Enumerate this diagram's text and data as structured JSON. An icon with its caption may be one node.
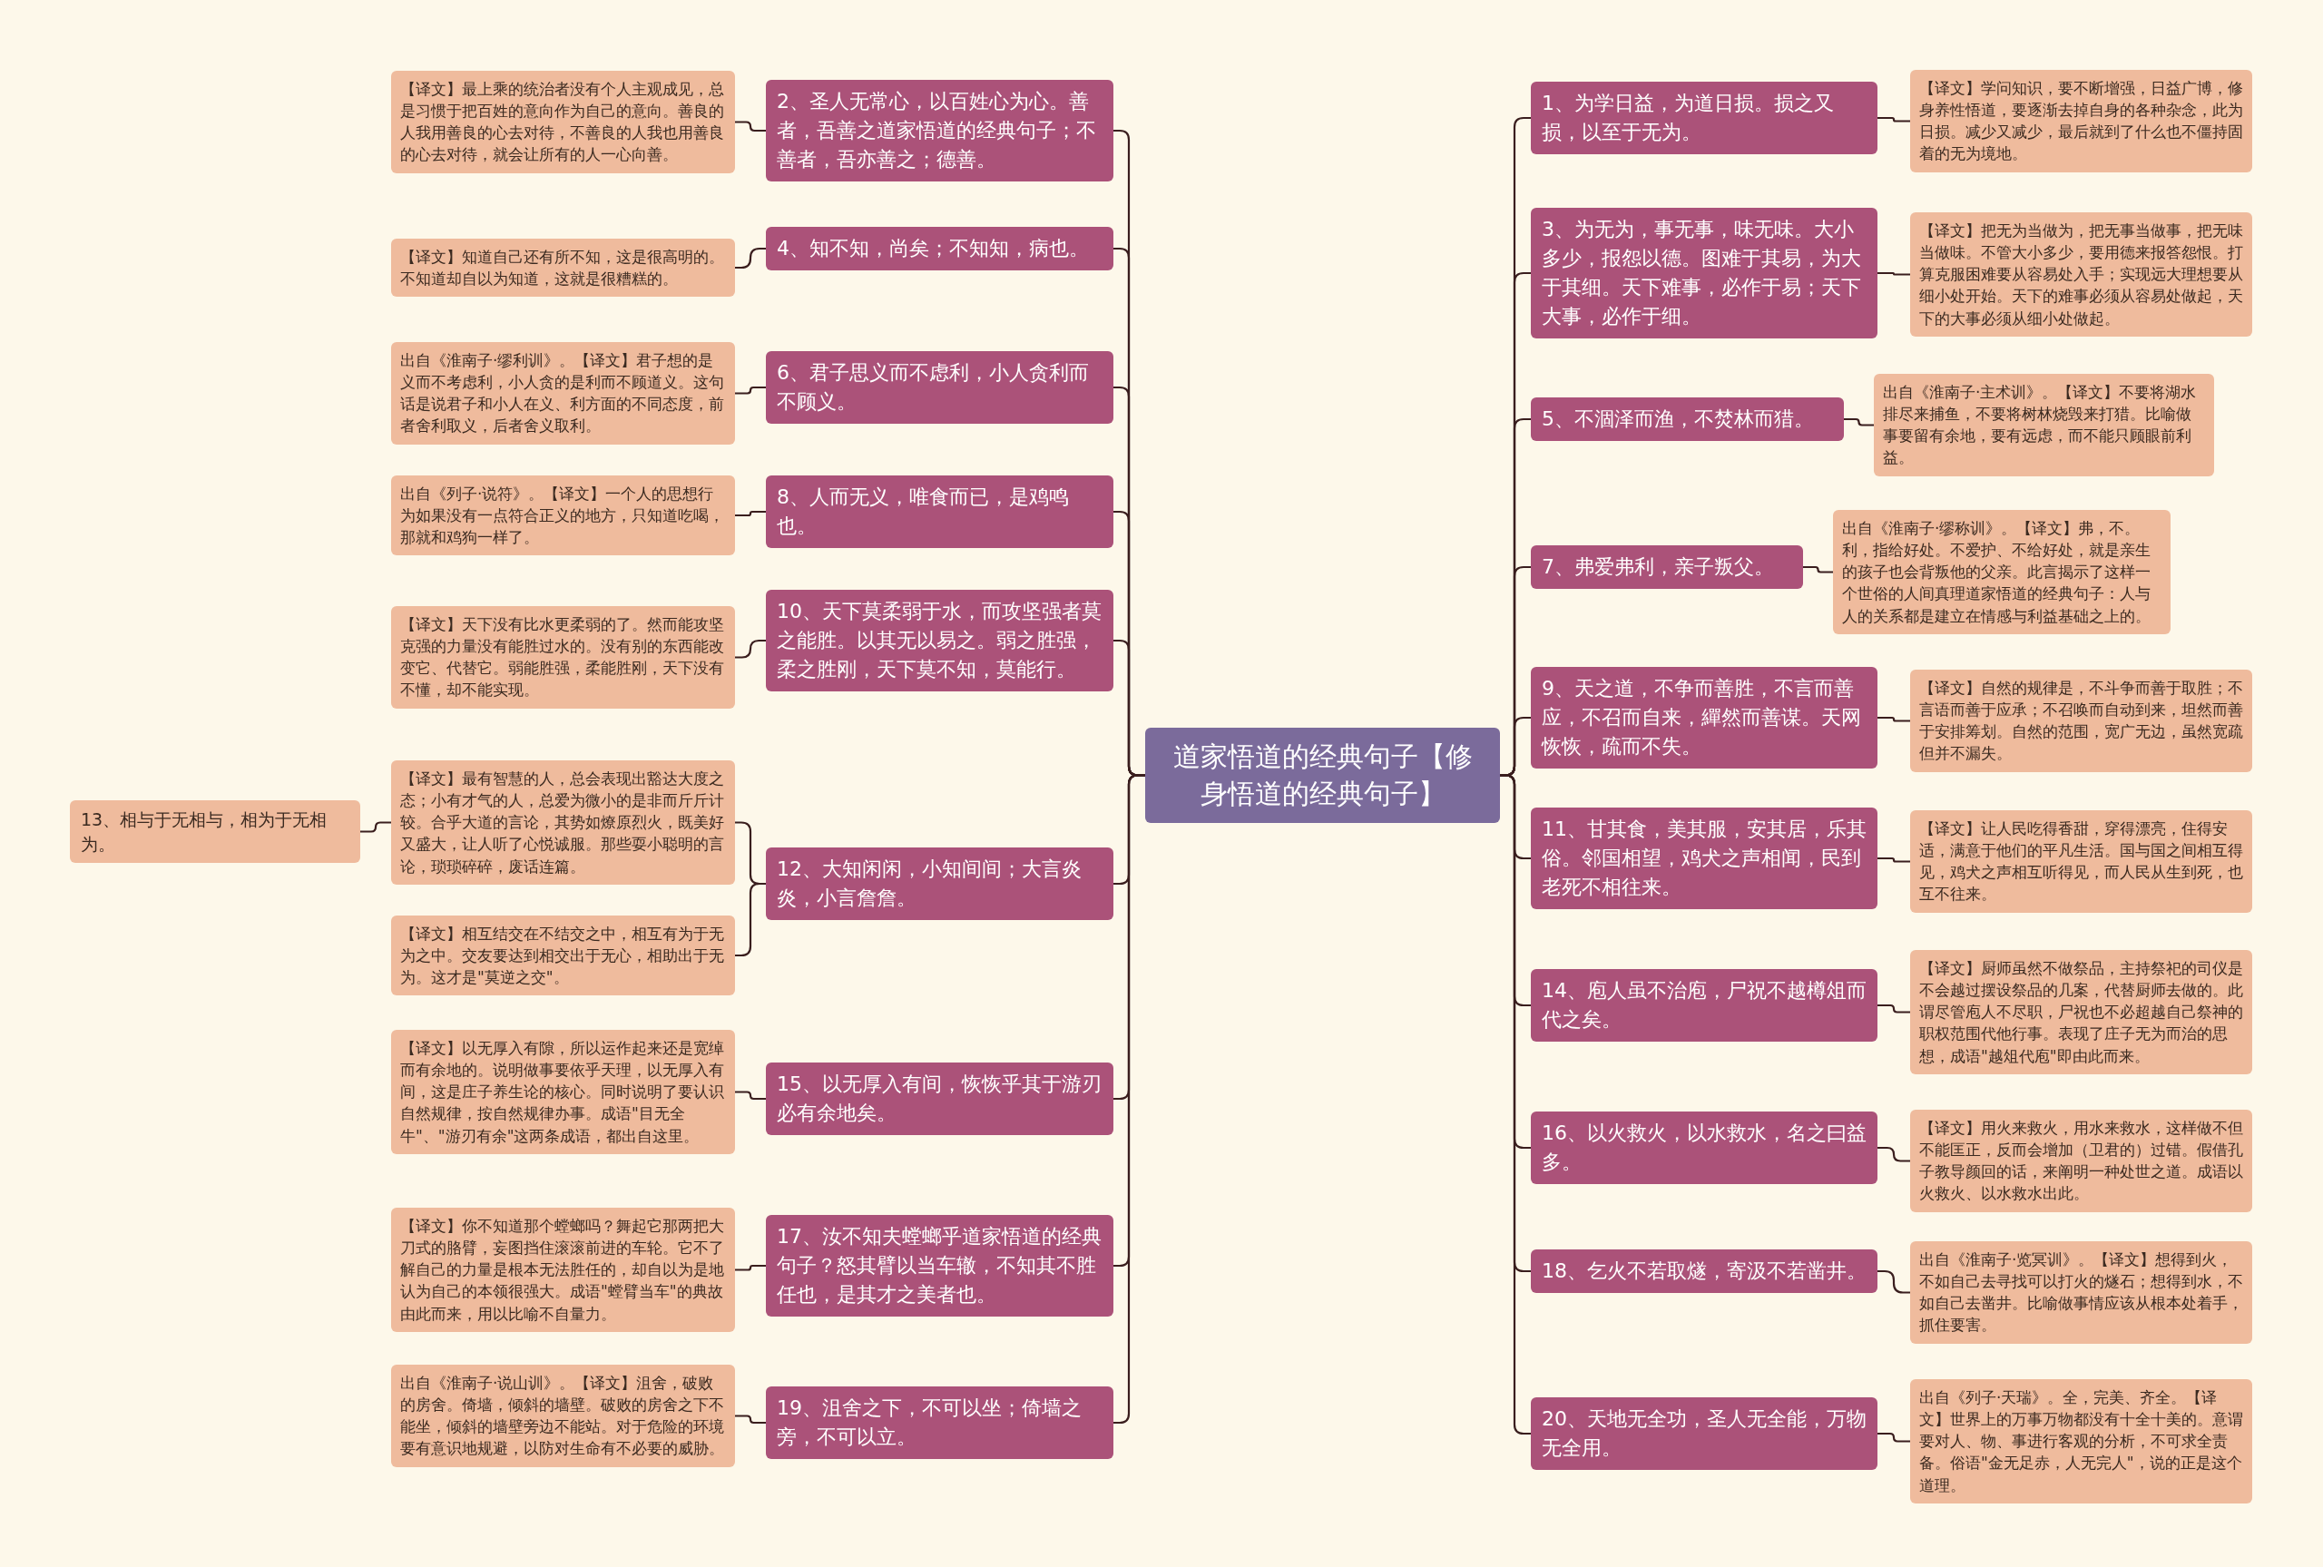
{
  "diagram": {
    "nodes": [
      {
        "text": [
          "道家悟道的经典句子【修身悟道的经典句子】"
        ]
      },
      {
        "text": [
          "1、为学日益，为道日损。损之又损，以至于无为。"
        ]
      },
      {
        "text": [
          "【译文】学问知识，要不断增强，日益广博，修身养性悟道，要逐渐去掉自身的各种杂念，此为日损。减少又减少，最后就到了什么也不僵持固着的无为境地。"
        ]
      },
      {
        "text": [
          "2、圣人无常心，以百姓心为心。善者，吾善之道家悟道的经典句子；不善者，吾亦善之；德善。"
        ]
      },
      {
        "text": [
          "【译文】最上乘的统治者没有个人主观成见，总是习惯于把百姓的意向作为自己的意向。善良的人我用善良的心去对待，不善良的人我也用善良的心去对待，就会让所有的人一心向善。"
        ]
      },
      {
        "text": [
          "3、为无为，事无事，味无味。大小多少，报怨以德。图难于其易，为大于其细。天下难事，必作于易；天下大事，必作于细。"
        ]
      },
      {
        "text": [
          "【译文】把无为当做为，把无事当做事，把无味当做味。不管大小多少，要用德来报答怨恨。打算克服困难要从容易处入手；实现远大理想要从细小处开始。天下的难事必须从容易处做起，天下的大事必须从细小处做起。"
        ]
      },
      {
        "text": [
          "4、知不知，尚矣；不知知，病也。"
        ]
      },
      {
        "text": [
          "【译文】知道自己还有所不知，这是很高明的。不知道却自以为知道，这就是很糟糕的。"
        ]
      },
      {
        "text": [
          "5、不涸泽而渔，不焚林而猎。"
        ]
      },
      {
        "text": [
          "出自《淮南子·主术训》。【译文】不要将湖水排尽来捕鱼，不要将树林烧毁来打猎。比喻做事要留有余地，要有远虑，而不能只顾眼前利益。"
        ]
      },
      {
        "text": [
          "6、君子思义而不虑利，小人贪利而不顾义。"
        ]
      },
      {
        "text": [
          "出自《淮南子·缪利训》。【译文】君子想的是义而不考虑利，小人贪的是利而不顾道义。这句话是说君子和小人在义、利方面的不同态度，前者舍利取义，后者舍义取利。"
        ]
      },
      {
        "text": [
          "7、弗爱弗利，亲子叛父。"
        ]
      },
      {
        "text": [
          "出自《淮南子·缪称训》。【译文】弗，不。利，指给好处。不爱护、不给好处，就是亲生的孩子也会背叛他的父亲。此言揭示了这样一个世俗的人间真理道家悟道的经典句子：人与人的关系都是建立在情感与利益基础之上的。"
        ]
      },
      {
        "text": [
          "8、人而无义，唯食而已，是鸡鸣也。"
        ]
      },
      {
        "text": [
          "出自《列子·说符》。【译文】一个人的思想行为如果没有一点符合正义的地方，只知道吃喝，那就和鸡狗一样了。"
        ]
      },
      {
        "text": [
          "9、天之道，不争而善胜，不言而善应，不召而自来，繟然而善谋。天网恢恢，疏而不失。"
        ]
      },
      {
        "text": [
          "【译文】自然的规律是，不斗争而善于取胜；不言语而善于应承；不召唤而自动到来，坦然而善于安排筹划。自然的范围，宽广无边，虽然宽疏但并不漏失。"
        ]
      },
      {
        "text": [
          "10、天下莫柔弱于水，而攻坚强者莫之能胜。以其无以易之。弱之胜强，柔之胜刚，天下莫不知，莫能行。"
        ]
      },
      {
        "text": [
          "【译文】天下没有比水更柔弱的了。然而能攻坚克强的力量没有能胜过水的。没有别的东西能改变它、代替它。弱能胜强，柔能胜刚，天下没有不懂，却不能实现。"
        ]
      },
      {
        "text": [
          "11、甘其食，美其服，安其居，乐其俗。邻国相望，鸡犬之声相闻，民到老死不相往来。"
        ]
      },
      {
        "text": [
          "【译文】让人民吃得香甜，穿得漂亮，住得安适，满意于他们的平凡生活。国与国之间相互得见，鸡犬之声相互听得见，而人民从生到死，也互不往来。"
        ]
      },
      {
        "text": [
          "12、大知闲闲，小知间间；大言炎炎，小言詹詹。"
        ]
      },
      {
        "text": [
          "【译文】最有智慧的人，总会表现出豁达大度之态；小有才气的人，总爱为微小的是非而斤斤计较。合乎大道的言论，其势如燎原烈火，既美好又盛大，让人听了心悦诚服。那些耍小聪明的言论，琐琐碎碎，废话连篇。"
        ]
      },
      {
        "text": [
          "【译文】相互结交在不结交之中，相互有为于无为之中。交友要达到相交出于无心，相助出于无为。这才是\"莫逆之交\"。"
        ]
      },
      {
        "text": [
          "13、相与于无相与，相为于无相为。"
        ]
      },
      {
        "text": [
          "14、庖人虽不治庖，尸祝不越樽俎而代之矣。"
        ]
      },
      {
        "text": [
          "【译文】厨师虽然不做祭品，主持祭祀的司仪是不会越过摆设祭品的几案，代替厨师去做的。此谓尽管庖人不尽职，尸祝也不必超越自己祭神的职权范围代他行事。表现了庄子无为而治的思想，成语\"越俎代庖\"即由此而来。"
        ]
      },
      {
        "text": [
          "15、以无厚入有间，恢恢乎其于游刃必有余地矣。"
        ]
      },
      {
        "text": [
          "【译文】以无厚入有隙，所以运作起来还是宽绰而有余地的。说明做事要依乎天理，以无厚入有间，这是庄子养生论的核心。同时说明了要认识自然规律，按自然规律办事。成语\"目无全牛\"、\"游刃有余\"这两条成语，都出自这里。"
        ]
      },
      {
        "text": [
          "16、以火救火，以水救水，名之曰益多。"
        ]
      },
      {
        "text": [
          "【译文】用火来救火，用水来救水，这样做不但不能匡正，反而会增加（卫君的）过错。假借孔子教导颜回的话，来阐明一种处世之道。成语以火救火、以水救水出此。"
        ]
      },
      {
        "text": [
          "17、汝不知夫螳螂乎道家悟道的经典句子？怒其臂以当车辙，不知其不胜任也，是其才之美者也。"
        ]
      },
      {
        "text": [
          "【译文】你不知道那个螳螂吗？舞起它那两把大刀式的胳臂，妄图挡住滚滚前进的车轮。它不了解自己的力量是根本无法胜任的，却自以为是地认为自己的本领很强大。成语\"螳臂当车\"的典故由此而来，用以比喻不自量力。"
        ]
      },
      {
        "text": [
          "18、乞火不若取燧，寄汲不若凿井。"
        ]
      },
      {
        "text": [
          "出自《淮南子·览冥训》。【译文】想得到火，不如自己去寻找可以打火的燧石；想得到水，不如自己去凿井。比喻做事情应该从根本处着手，抓住要害。"
        ]
      },
      {
        "text": [
          "19、沮舍之下，不可以坐；倚墙之旁，不可以立。"
        ]
      },
      {
        "text": [
          "出自《淮南子·说山训》。【译文】沮舍，破败的房舍。倚墙，倾斜的墙壁。破败的房舍之下不能坐，倾斜的墙壁旁边不能站。对于危险的环境要有意识地规避，以防对生命有不必要的威胁。"
        ]
      },
      {
        "text": [
          "20、天地无全功，圣人无全能，万物无全用。"
        ]
      },
      {
        "text": [
          "出自《列子·天瑞》。全，完美、齐全。【译文】世界上的万事万物都没有十全十美的。意谓要对人、物、事进行客观的分析，不可求全责备。俗语\"金无足赤，人无完人\"，说的正是这个道理。"
        ]
      }
    ],
    "edges": [
      {
        "from": 0,
        "to": 1,
        "arrow": "none"
      },
      {
        "from": 1,
        "to": 2,
        "arrow": "none"
      },
      {
        "from": 0,
        "to": 3,
        "arrow": "none"
      },
      {
        "from": 3,
        "to": 4,
        "arrow": "none"
      },
      {
        "from": 0,
        "to": 5,
        "arrow": "none"
      },
      {
        "from": 5,
        "to": 6,
        "arrow": "none"
      },
      {
        "from": 0,
        "to": 7,
        "arrow": "none"
      },
      {
        "from": 7,
        "to": 8,
        "arrow": "none"
      },
      {
        "from": 0,
        "to": 9,
        "arrow": "none"
      },
      {
        "from": 9,
        "to": 10,
        "arrow": "none"
      },
      {
        "from": 0,
        "to": 11,
        "arrow": "none"
      },
      {
        "from": 11,
        "to": 12,
        "arrow": "none"
      },
      {
        "from": 0,
        "to": 13,
        "arrow": "none"
      },
      {
        "from": 13,
        "to": 14,
        "arrow": "none"
      },
      {
        "from": 0,
        "to": 15,
        "arrow": "none"
      },
      {
        "from": 15,
        "to": 16,
        "arrow": "none"
      },
      {
        "from": 0,
        "to": 17,
        "arrow": "none"
      },
      {
        "from": 17,
        "to": 18,
        "arrow": "none"
      },
      {
        "from": 0,
        "to": 19,
        "arrow": "none"
      },
      {
        "from": 19,
        "to": 20,
        "arrow": "none"
      },
      {
        "from": 0,
        "to": 21,
        "arrow": "none"
      },
      {
        "from": 21,
        "to": 22,
        "arrow": "none"
      },
      {
        "from": 0,
        "to": 23,
        "arrow": "none"
      },
      {
        "from": 23,
        "to": 24,
        "arrow": "none"
      },
      {
        "from": 23,
        "to": 25,
        "arrow": "none"
      },
      {
        "from": 24,
        "to": 26,
        "arrow": "none"
      },
      {
        "from": 0,
        "to": 27,
        "arrow": "none"
      },
      {
        "from": 27,
        "to": 28,
        "arrow": "none"
      },
      {
        "from": 0,
        "to": 29,
        "arrow": "none"
      },
      {
        "from": 29,
        "to": 30,
        "arrow": "none"
      },
      {
        "from": 0,
        "to": 31,
        "arrow": "none"
      },
      {
        "from": 31,
        "to": 32,
        "arrow": "none"
      },
      {
        "from": 0,
        "to": 33,
        "arrow": "none"
      },
      {
        "from": 33,
        "to": 34,
        "arrow": "none"
      },
      {
        "from": 0,
        "to": 35,
        "arrow": "none"
      },
      {
        "from": 35,
        "to": 36,
        "arrow": "none"
      },
      {
        "from": 0,
        "to": 37,
        "arrow": "none"
      },
      {
        "from": 37,
        "to": 38,
        "arrow": "none"
      },
      {
        "from": 0,
        "to": 39,
        "arrow": "none"
      },
      {
        "from": 39,
        "to": 40,
        "arrow": "none"
      }
    ]
  }
}
